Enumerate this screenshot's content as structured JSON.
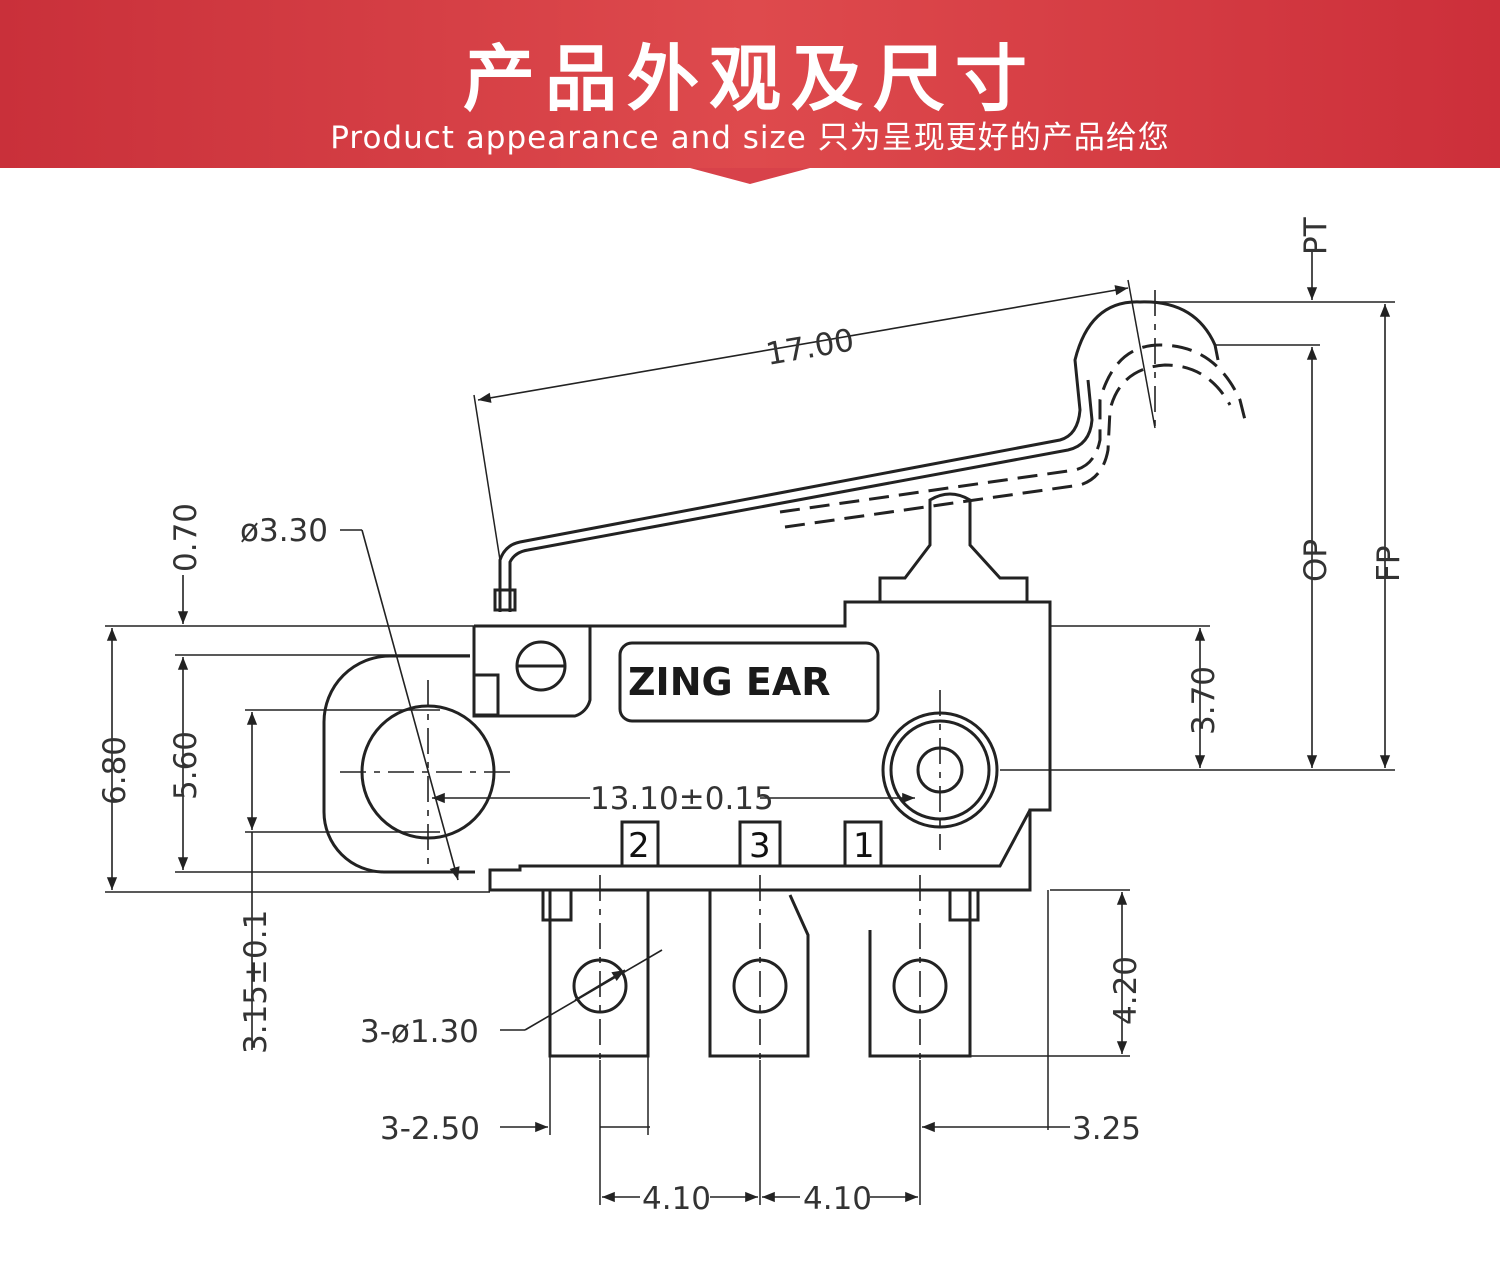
{
  "header": {
    "title": "产品外观及尺寸",
    "subtitle": "Product appearance and size 只为呈现更好的产品给您"
  },
  "colors": {
    "banner": "#d8424a",
    "line": "#222222",
    "dimension_text": "#333333"
  },
  "drawing": {
    "brand_label": "ZING EAR",
    "pin_labels": [
      "2",
      "3",
      "1"
    ],
    "dimensions": {
      "lever_length": "17.00",
      "mount_hole": "ø3.30",
      "top_offset": "0.70",
      "body_height": "6.80",
      "inner_height": "5.60",
      "hole_spacing": "13.10±0.15",
      "hole_offset": "3.15±0.1",
      "terminal_holes": "3-ø1.30",
      "terminal_width": "3-2.50",
      "terminal_pitch_left": "4.10",
      "terminal_pitch_right": "4.10",
      "edge_offset": "3.25",
      "terminal_length": "4.20",
      "right_height": "3.70",
      "pt": "PT",
      "op": "OP",
      "fp": "FP"
    }
  }
}
